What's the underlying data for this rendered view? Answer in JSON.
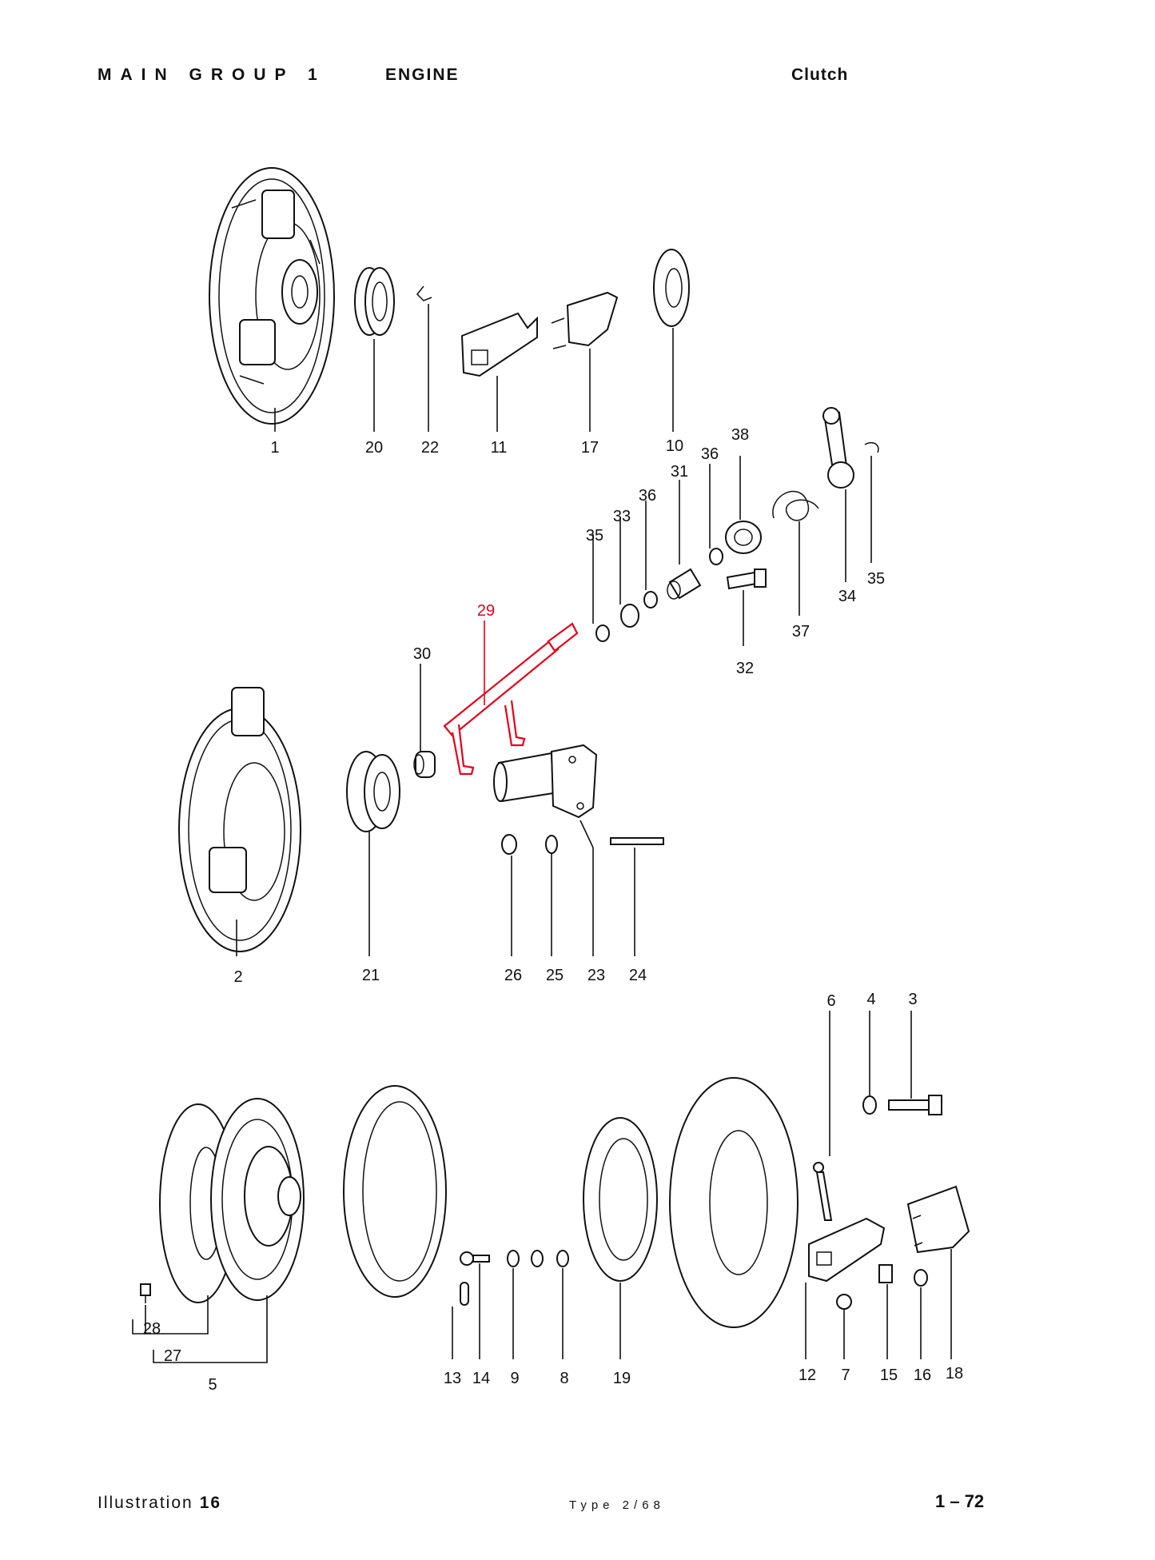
{
  "header": {
    "group": "MAIN GROUP 1",
    "assembly": "ENGINE",
    "section": "Clutch"
  },
  "footer": {
    "illustration_word": "Illustration",
    "illustration_number": "16",
    "type": "Type 2/68",
    "page": "1 – 72"
  },
  "highlight_color": "#e3001b",
  "callouts": [
    {
      "id": "1",
      "label": "1"
    },
    {
      "id": "20",
      "label": "20"
    },
    {
      "id": "22",
      "label": "22"
    },
    {
      "id": "11",
      "label": "11"
    },
    {
      "id": "17",
      "label": "17"
    },
    {
      "id": "10",
      "label": "10"
    },
    {
      "id": "38",
      "label": "38"
    },
    {
      "id": "36a",
      "label": "36"
    },
    {
      "id": "31",
      "label": "31"
    },
    {
      "id": "36b",
      "label": "36"
    },
    {
      "id": "33",
      "label": "33"
    },
    {
      "id": "35a",
      "label": "35"
    },
    {
      "id": "34",
      "label": "34"
    },
    {
      "id": "35b",
      "label": "35"
    },
    {
      "id": "37",
      "label": "37"
    },
    {
      "id": "32",
      "label": "32"
    },
    {
      "id": "29",
      "label": "29",
      "highlighted": true
    },
    {
      "id": "30",
      "label": "30"
    },
    {
      "id": "2",
      "label": "2"
    },
    {
      "id": "21",
      "label": "21"
    },
    {
      "id": "26",
      "label": "26"
    },
    {
      "id": "25",
      "label": "25"
    },
    {
      "id": "23",
      "label": "23"
    },
    {
      "id": "24",
      "label": "24"
    },
    {
      "id": "6",
      "label": "6"
    },
    {
      "id": "4",
      "label": "4"
    },
    {
      "id": "3",
      "label": "3"
    },
    {
      "id": "28",
      "label": "28"
    },
    {
      "id": "27",
      "label": "27"
    },
    {
      "id": "5",
      "label": "5"
    },
    {
      "id": "13",
      "label": "13"
    },
    {
      "id": "14",
      "label": "14"
    },
    {
      "id": "9",
      "label": "9"
    },
    {
      "id": "8",
      "label": "8"
    },
    {
      "id": "19",
      "label": "19"
    },
    {
      "id": "12",
      "label": "12"
    },
    {
      "id": "7",
      "label": "7"
    },
    {
      "id": "15",
      "label": "15"
    },
    {
      "id": "16",
      "label": "16"
    },
    {
      "id": "18",
      "label": "18"
    }
  ]
}
